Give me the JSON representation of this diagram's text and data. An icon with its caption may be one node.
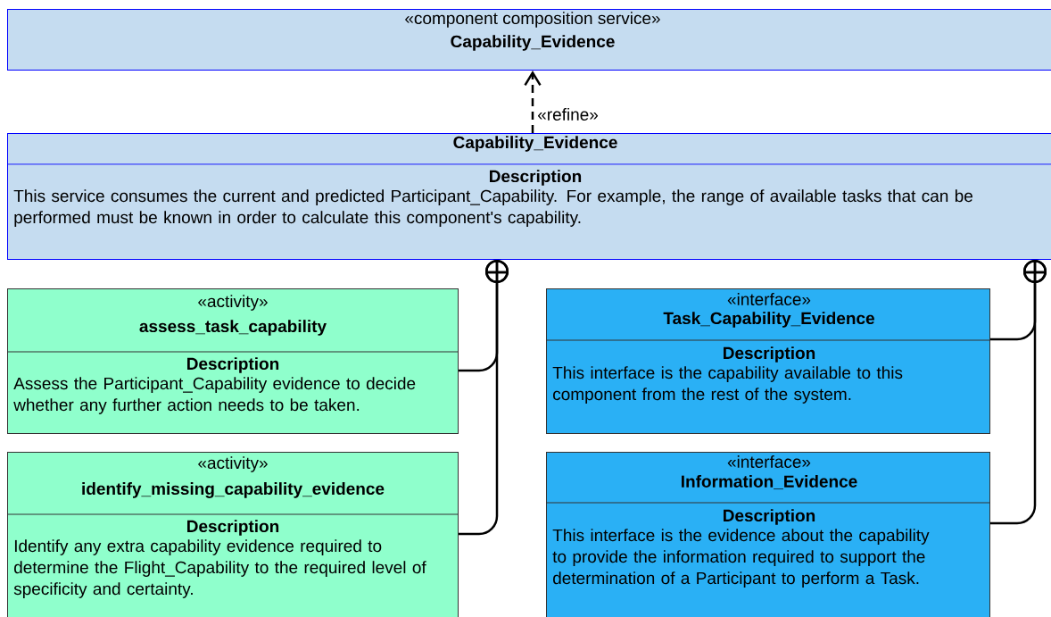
{
  "diagram": {
    "nodes": [
      {
        "text": [
          "«component composition service»",
          "Capability_Evidence"
        ]
      },
      {
        "text": [
          "Capability_Evidence",
          "Description",
          "This service consumes the current and predicted Participant_Capability. For example, the range of available tasks that can be performed must be known in order to calculate this component's capability."
        ]
      },
      {
        "text": [
          "«activity»",
          "assess_task_capability",
          "Description",
          "Assess the Participant_Capability evidence to decide whether any further action needs to be taken."
        ]
      },
      {
        "text": [
          "«activity»",
          "identify_missing_capability_evidence",
          "Description",
          "Identify any extra capability evidence required to determine the Flight_Capability to the required level of specificity and certainty."
        ]
      },
      {
        "text": [
          "«interface»",
          "Task_Capability_Evidence",
          "Description",
          "This interface is the capability available to this component from the rest of the system."
        ]
      },
      {
        "text": [
          "«interface»",
          "Information_Evidence",
          "Description",
          "This interface is the evidence about the capability to provide the information required to support the determination of a Participant to perform a Task."
        ]
      }
    ],
    "edges": [
      {
        "from": 1,
        "to": 0,
        "arrow": "to",
        "style": "dashed",
        "label": "«refine»"
      },
      {
        "from": 2,
        "to": 1,
        "arrow": "other"
      },
      {
        "from": 3,
        "to": 1,
        "arrow": "other"
      },
      {
        "from": 4,
        "to": 1,
        "arrow": "other"
      },
      {
        "from": 5,
        "to": 1,
        "arrow": "other"
      }
    ]
  }
}
